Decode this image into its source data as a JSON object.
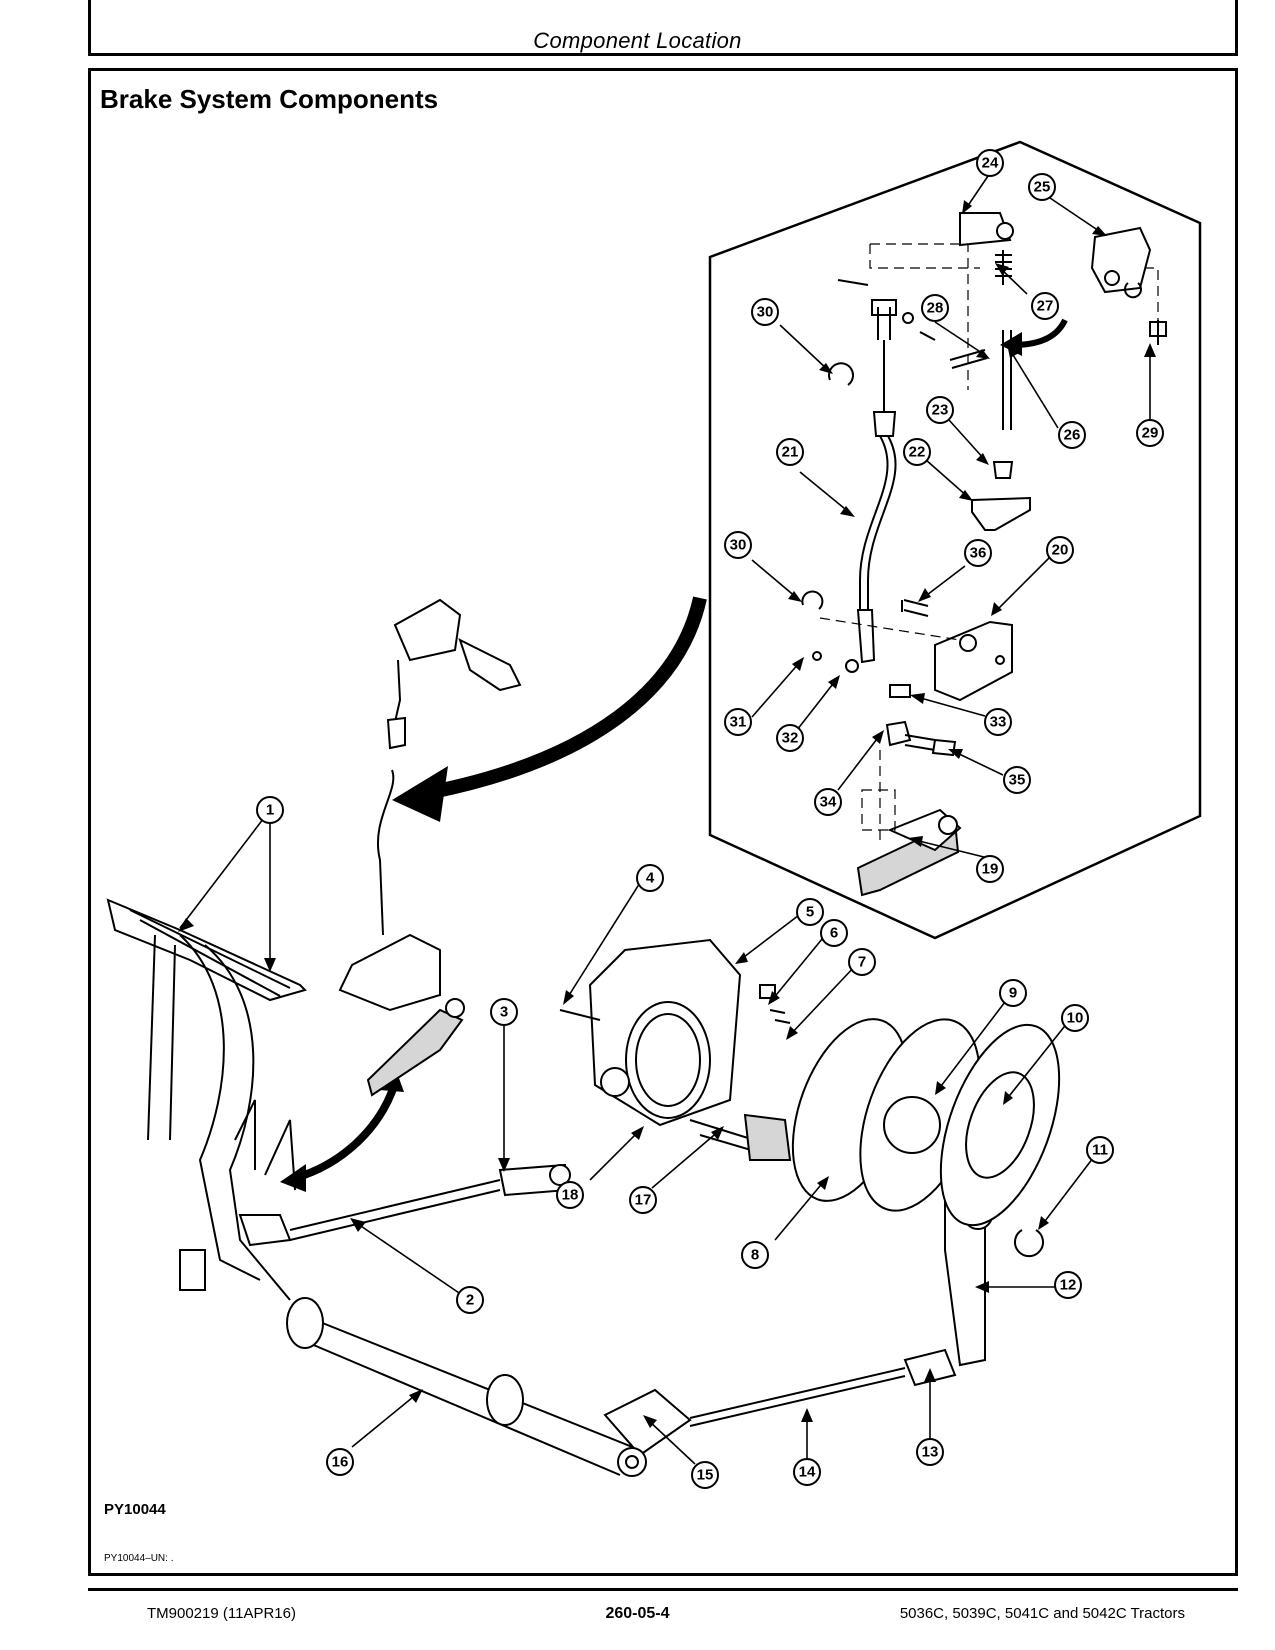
{
  "header": {
    "section_title": "Component Location"
  },
  "figure": {
    "title": "Brake System Components",
    "figure_id": "PY10044",
    "caption": "PY10044–UN: ."
  },
  "callouts": [
    "1",
    "2",
    "3",
    "4",
    "5",
    "6",
    "7",
    "8",
    "9",
    "10",
    "11",
    "12",
    "13",
    "14",
    "15",
    "16",
    "17",
    "18",
    "19",
    "20",
    "21",
    "22",
    "23",
    "24",
    "25",
    "26",
    "27",
    "28",
    "29",
    "30",
    "30",
    "31",
    "32",
    "33",
    "34",
    "35",
    "36"
  ],
  "footer": {
    "left": "TM900219 (11APR16)",
    "center": "260-05-4",
    "right": "5036C, 5039C, 5041C and 5042C Tractors"
  }
}
